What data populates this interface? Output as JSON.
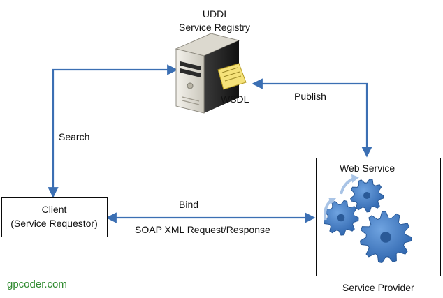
{
  "registry": {
    "title": "UDDI",
    "subtitle": "Service Registry",
    "doc_label": "WSDL"
  },
  "client": {
    "line1": "Client",
    "line2": "(Service Requestor)"
  },
  "provider": {
    "inner_label": "Web Service",
    "caption": "Service Provider"
  },
  "edges": {
    "search": "Search",
    "publish": "Publish",
    "bind": "Bind",
    "bind_sub": "SOAP XML Request/Response"
  },
  "watermark": "gpcoder.com",
  "colors": {
    "arrow": "#3b6fb3",
    "gear": "#3e78c2",
    "gear_dark": "#2a5a98",
    "server_body": "#e8e6df",
    "note": "#f5e27a"
  }
}
